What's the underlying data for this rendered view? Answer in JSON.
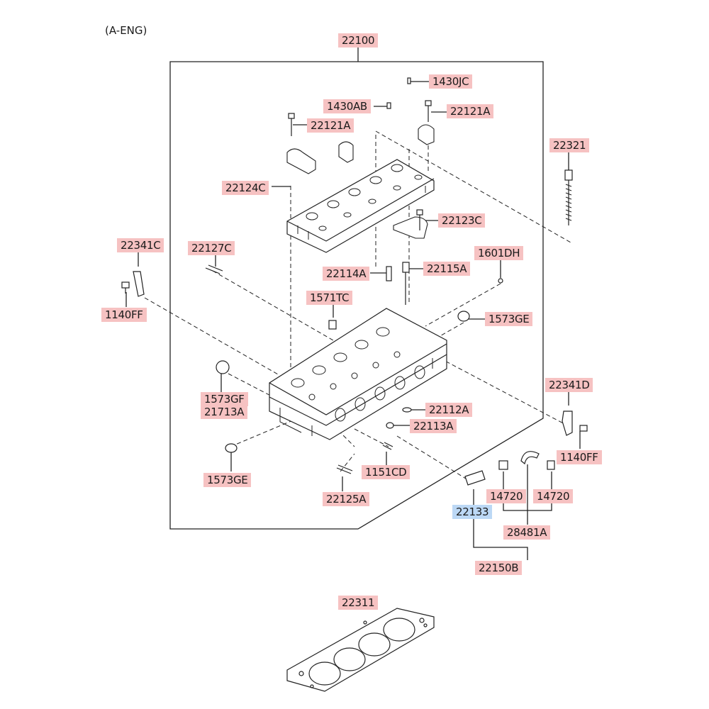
{
  "diagram": {
    "variant": "(A-ENG)",
    "colors": {
      "label_bg": "#f6c2c2",
      "label_bg_alt": "#bcd8f5",
      "line": "#222222"
    },
    "labels": {
      "assembly": "22100",
      "p1430JC": "1430JC",
      "p1430AB": "1430AB",
      "p22121A_r": "22121A",
      "p22121A_l": "22121A",
      "p22321": "22321",
      "p22124C": "22124C",
      "p22123C": "22123C",
      "p22341C": "22341C",
      "p22127C": "22127C",
      "p1601DH": "1601DH",
      "p22114A": "22114A",
      "p22115A": "22115A",
      "p1140FF_l": "1140FF",
      "p1571TC": "1571TC",
      "p1573GE_r": "1573GE",
      "p1573GF": "1573GF",
      "p21713A": "21713A",
      "p22341D": "22341D",
      "p22112A": "22112A",
      "p22113A": "22113A",
      "p1140FF_r": "1140FF",
      "p1573GE_l": "1573GE",
      "p1151CD": "1151CD",
      "p14720_l": "14720",
      "p14720_r": "14720",
      "p22125A": "22125A",
      "p22133": "22133",
      "p28481A": "28481A",
      "p22150B": "22150B",
      "p22311": "22311"
    }
  }
}
